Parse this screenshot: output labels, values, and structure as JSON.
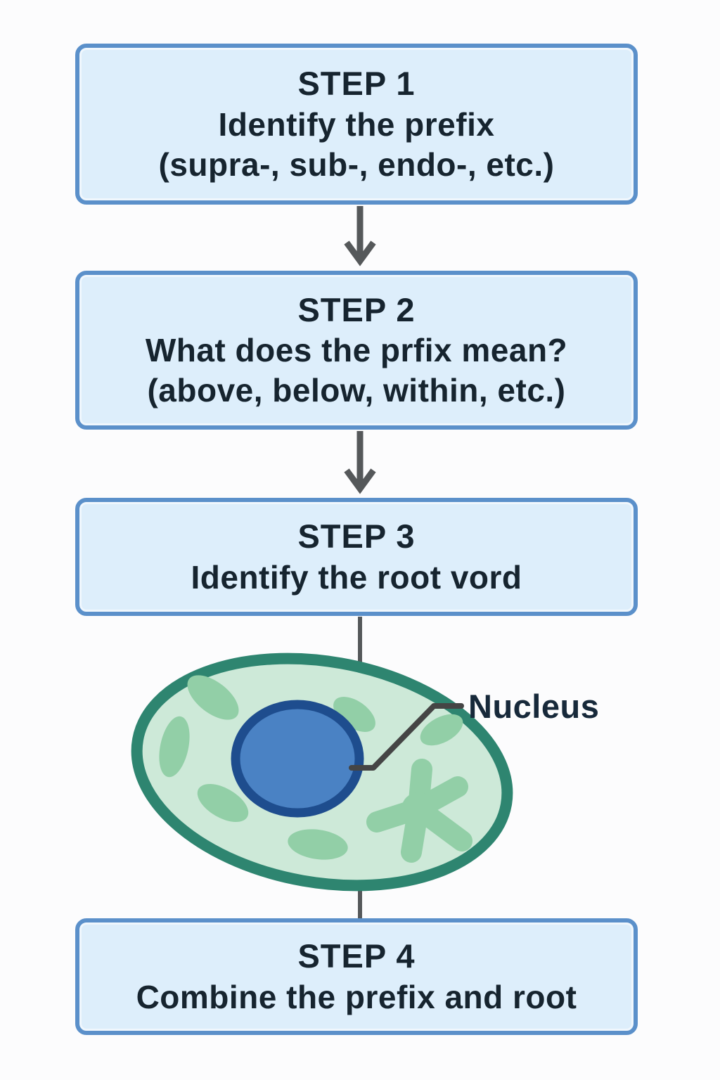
{
  "flowchart": {
    "steps": [
      {
        "title": "STEP 1",
        "line1": "Identify the prefix",
        "line2": "(supra-, sub-, endo-, etc.)"
      },
      {
        "title": "STEP 2",
        "line1": "What does the prfix mean?",
        "line2": "(above, below, within, etc.)"
      },
      {
        "title": "STEP 3",
        "line1": "Identify the root vord",
        "line2": ""
      },
      {
        "title": "STEP 4",
        "line1": "Combine the prefix and root",
        "line2": ""
      }
    ],
    "cell": {
      "label": "Nucleus"
    },
    "colors": {
      "box_fill": "#ddeefb",
      "box_border": "#5b90ca",
      "text": "#16242f",
      "arrow": "#55585a",
      "cell_fill": "#cde9d8",
      "cell_membrane": "#2e8570",
      "organelle": "#92cfa7",
      "nucleus_fill": "#4a82c4",
      "nucleus_border": "#1e4d8e",
      "label_text": "#17293a",
      "background": "#fcfcfd"
    }
  }
}
